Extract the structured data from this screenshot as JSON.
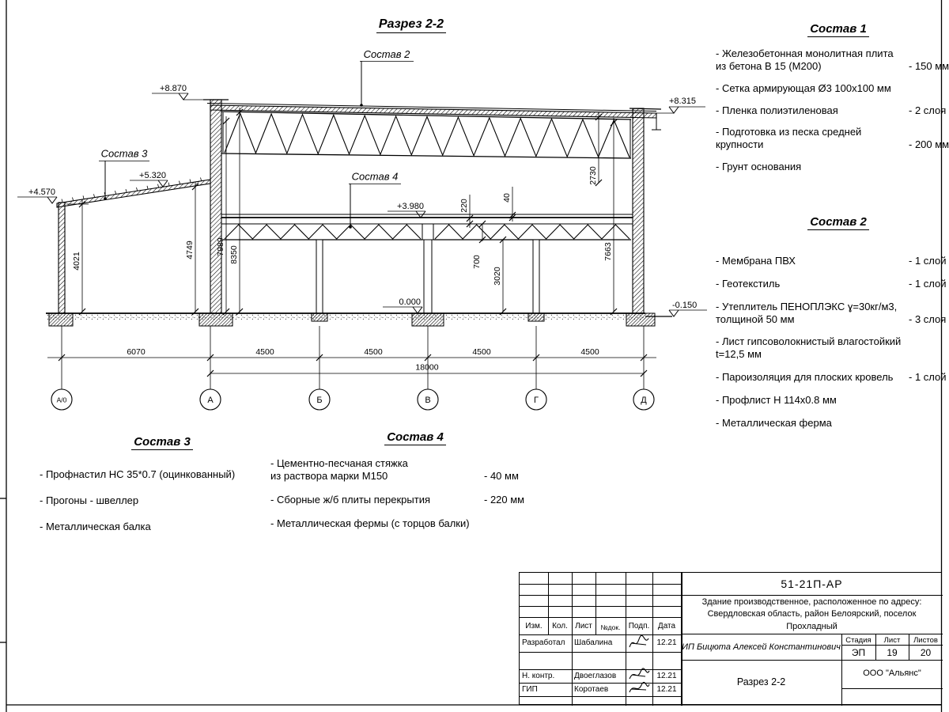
{
  "section": {
    "title": "Разрез 2-2",
    "ref2": "Состав 2",
    "ref3": "Состав 3",
    "ref4": "Состав 4",
    "elev": {
      "p8870": "+8.870",
      "p8315": "+8.315",
      "p5320": "+5.320",
      "p4570": "+4.570",
      "p3980": "+3.980",
      "zero": "0.000",
      "m0150": "-0.150"
    },
    "dims": {
      "d6070": "6070",
      "d4500": "4500",
      "d18000": "18000",
      "v4021": "4021",
      "v4749": "4749",
      "v7989": "7989",
      "v8350": "8350",
      "v220": "220",
      "v40": "40",
      "v700": "700",
      "v3020": "3020",
      "v2730": "2730",
      "v7663": "7663"
    },
    "axes": [
      "А/0",
      "А",
      "Б",
      "В",
      "Г",
      "Д"
    ]
  },
  "comp1": {
    "title": "Состав 1",
    "items": [
      {
        "text": "- Железобетонная  монолитная плита\nиз бетона В 15 (М200)",
        "value": "- 150 мм"
      },
      {
        "text": "- Сетка армирующая Ø3 100х100 мм",
        "value": ""
      },
      {
        "text": "- Пленка полиэтиленовая",
        "value": "- 2 слоя"
      },
      {
        "text": "- Подготовка из песка средней\nкрупности",
        "value": "- 200 мм"
      },
      {
        "text": "- Грунт основания",
        "value": ""
      }
    ]
  },
  "comp2": {
    "title": "Состав 2",
    "items": [
      {
        "text": "- Мембрана ПВХ",
        "value": "- 1 слой"
      },
      {
        "text": "- Геотекстиль",
        "value": "- 1 слой"
      },
      {
        "text": "- Утеплитель ПЕНОПЛЭКС ɣ=30кг/м3,\nтолщиной 50 мм",
        "value": "- 3 слоя"
      },
      {
        "text": "- Лист гипсоволокнистый влагостойкий\nt=12,5 мм",
        "value": ""
      },
      {
        "text": "- Пароизоляция для плоских кровель",
        "value": "- 1 слой"
      },
      {
        "text": "- Профлист Н 114х0.8 мм",
        "value": ""
      },
      {
        "text": "- Металлическая ферма",
        "value": ""
      }
    ]
  },
  "comp3": {
    "title": "Состав 3",
    "items": [
      {
        "text": "- Профнастил НС 35*0.7 (оцинкованный)",
        "value": ""
      },
      {
        "text": "- Прогоны - швеллер",
        "value": ""
      },
      {
        "text": "- Металлическая балка",
        "value": ""
      }
    ]
  },
  "comp4": {
    "title": "Состав 4",
    "items": [
      {
        "text": "- Цементно-песчаная стяжка\nиз раствора марки М150",
        "value": "- 40 мм"
      },
      {
        "text": "- Сборные ж/б плиты перекрытия",
        "value": "- 220 мм"
      },
      {
        "text": "- Металлическая фермы (с торцов балки)",
        "value": ""
      }
    ]
  },
  "titleblock": {
    "doc_number": "51-21П-АР",
    "project": "Здание производственное, расположенное по адресу:\nСвердловская область, район Белоярский, поселок\nПрохладный",
    "cols": {
      "izm": "Изм.",
      "kol": "Кол.",
      "list": "Лист",
      "ndok": "№док.",
      "podp": "Подп.",
      "data": "Дата"
    },
    "rows": [
      {
        "role": "Разработал",
        "name": "Шабалина",
        "date": "12.21"
      },
      {
        "role": "Н. контр.",
        "name": "Двоеглазов",
        "date": "12.21"
      },
      {
        "role": "ГИП",
        "name": "Коротаев",
        "date": "12.21"
      }
    ],
    "person": "ИП Бицюта Алексей Константинович",
    "stage_label": "Стадия",
    "sheet_label": "Лист",
    "sheets_label": "Листов",
    "stage": "ЭП",
    "sheet": "19",
    "sheets": "20",
    "sheet_title": "Разрез 2-2",
    "org": "ООО \"Альянс\""
  }
}
